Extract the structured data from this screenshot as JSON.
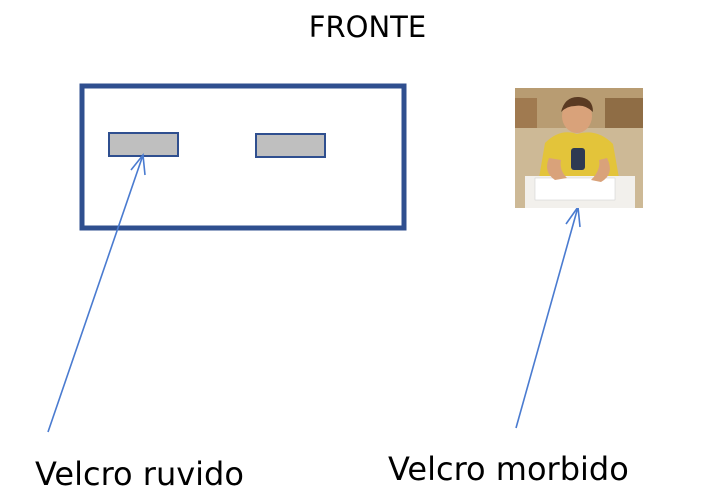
{
  "title": "FRONTE",
  "labels": {
    "rough": "Velcro ruvido",
    "soft": "Velcro morbido"
  },
  "colors": {
    "frame": "#2f4f8f",
    "velcro_fill": "#bfbfbf",
    "arrow": "#4a7bd0"
  },
  "photo": {
    "description_icon": "child-at-desk-photo"
  }
}
